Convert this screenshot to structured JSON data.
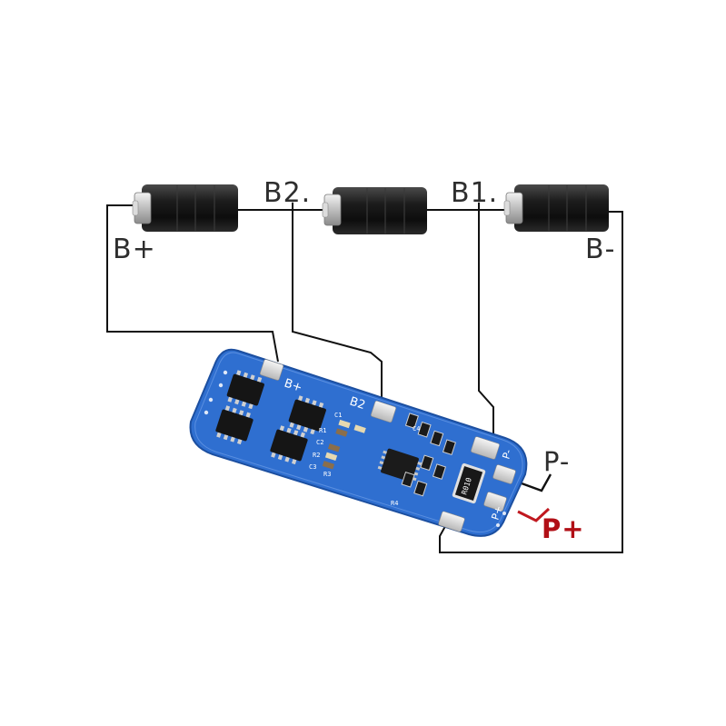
{
  "diagram": {
    "batteries": [
      {
        "id": "cell-1"
      },
      {
        "id": "cell-2"
      },
      {
        "id": "cell-3"
      }
    ],
    "node_labels": {
      "b_plus": "B+",
      "b2": "B2.",
      "b1": "B1.",
      "b_minus": "B-",
      "p_minus": "P-",
      "p_plus": "P+"
    },
    "board": {
      "silk_b_plus": "B+",
      "silk_b2": "B2",
      "silk_p_minus": "P-",
      "silk_p_plus": "P+",
      "shunt_marking": "R010",
      "component_labels": [
        "C1",
        "R1",
        "C2",
        "R2",
        "C3",
        "R3",
        "R4",
        "C4"
      ]
    },
    "colors": {
      "wire": "#111111",
      "pcb": "#2f6fd0",
      "pcb_edge": "#1c4fa0",
      "battery": "#1a1a1a",
      "p_plus_wire": "#c0181f",
      "label_red": "#b10f16"
    }
  }
}
